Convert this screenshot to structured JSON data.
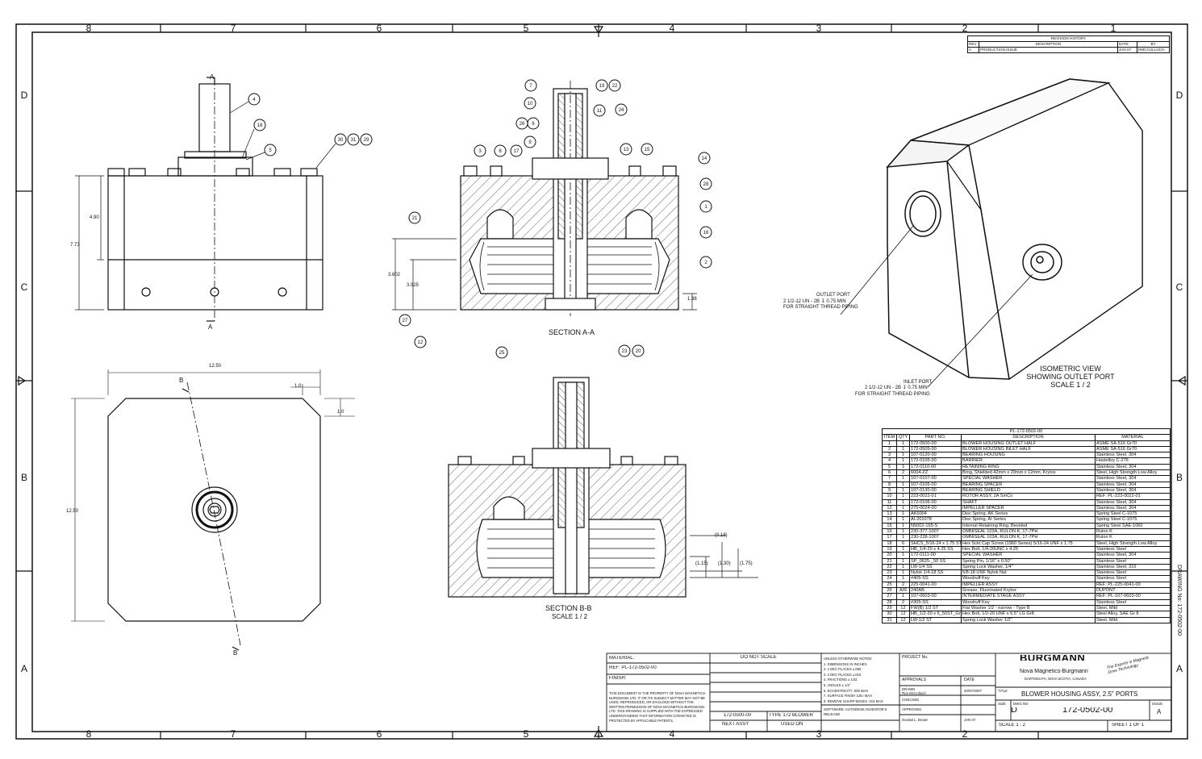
{
  "zones": {
    "cols_top": [
      "8",
      "7",
      "6",
      "5",
      "4",
      "3",
      "2",
      "1"
    ],
    "rows_left": [
      "D",
      "C",
      "B",
      "A"
    ]
  },
  "views": {
    "section_aa": "SECTION  A-A",
    "section_bb": "SECTION  B-B",
    "section_bb_scale": "SCALE 1 / 2",
    "iso_title_1": "ISOMETRIC VIEW",
    "iso_title_2": "SHOWING OUTLET PORT",
    "iso_scale": "SCALE 1 / 2",
    "cut_a": "A",
    "cut_b": "B"
  },
  "notes": {
    "outlet_1": "OUTLET PORT",
    "outlet_2": "2 1/2-12 UN - 2B ↧ 0.75 MIN",
    "outlet_3": "FOR STRAIGHT THREAD PIPING",
    "inlet_1": "INLET PORT",
    "inlet_2": "2 1/2-12 UN - 2B ↧ 0.75 MIN",
    "inlet_3": "FOR STRAIGHT THREAD PIPING"
  },
  "dims": {
    "front_h1": "4.90",
    "front_h2": "7.73",
    "top_w": "12.50",
    "top_h": "12.50",
    "chamfer_1": "1.0",
    "chamfer_2": "1.0",
    "sec_h1": "3.602",
    "sec_h2": "3.925",
    "sec_h3": "1.38",
    "bb_1": "(0.18)",
    "bb_2": "(1.15)",
    "bb_3": "(1.30)",
    "bb_4": "(1.75)"
  },
  "balloons": {
    "front": [
      "4",
      "18",
      "5",
      "30",
      "31",
      "29"
    ],
    "section": [
      "7",
      "19",
      "22",
      "10",
      "11",
      "24",
      "26",
      "6",
      "9",
      "17",
      "3",
      "8",
      "13",
      "15",
      "14",
      "28",
      "1",
      "16",
      "2",
      "21",
      "27",
      "12",
      "25",
      "23",
      "20"
    ]
  },
  "revision": {
    "title": "REVISION HISTORY",
    "headers": [
      "REV",
      "DESCRIPTION",
      "DATE",
      "BY"
    ],
    "rows": [
      [
        "A",
        "PRODUCTION ISSUE",
        "JAN 07",
        "RMCCULLOCH"
      ]
    ]
  },
  "parts_list": {
    "title": "PL-172-0502-00",
    "headers": [
      "ITEM",
      "QTY",
      "PART NO.",
      "DESCRIPTION",
      "MATERIAL"
    ],
    "rows": [
      [
        "1",
        "1",
        "172-0500-00",
        "BLOWER HOUSING OUTLET HALF",
        "ASME SA-516 Gr70"
      ],
      [
        "2",
        "1",
        "172-0505-00",
        "BLOWER HOUSING INLET HALF",
        "ASME SA-516 Gr70"
      ],
      [
        "3",
        "1",
        "107-0120-00",
        "BEARING HOUSING",
        "Stainless Steel, 304"
      ],
      [
        "4",
        "1",
        "172-0105-00",
        "BARRIER",
        "Hastelloy C-276"
      ],
      [
        "5",
        "1",
        "172-0110-00",
        "RETAINING RING",
        "Stainless Steel, 304"
      ],
      [
        "6",
        "2",
        "6004-ZZ",
        "Brng, Shielded 42mm x 20mm x 12mm, Krytox",
        "Steel, High Strength Low Alloy"
      ],
      [
        "7",
        "1",
        "107-0107-00",
        "SPECIAL WASHER",
        "Stainless Steel, 304"
      ],
      [
        "8",
        "1",
        "107-0105-00",
        "BEARING SPACER",
        "Stainless Steel, 304"
      ],
      [
        "9",
        "1",
        "107-0130-00",
        "BEARING SHIELD",
        "Stainless Steel, 304"
      ],
      [
        "10",
        "1",
        "223-0022-01",
        "ROTOR ASSY, 2A SmCo",
        "REF: PL-223-0022-01"
      ],
      [
        "11",
        "1",
        "172-0106-00",
        "SHAFT",
        "Stainless Steel, 304"
      ],
      [
        "12",
        "1",
        "275-0024-00",
        "IMPELLER SPACER",
        "Stainless Steel, 304"
      ],
      [
        "13",
        "1",
        "AK6004",
        "Disc Spring, AK Series",
        "Spring Steel C-1075"
      ],
      [
        "14",
        "1",
        "AI-201078",
        "Disc Spring, AI Series",
        "Spring Steel C-1075"
      ],
      [
        "15",
        "1",
        "N5002-165-S",
        "Internal Retaining Ring, Beveled",
        "Spring Steel SAE-1060"
      ],
      [
        "16",
        "1",
        "230-377-1007",
        "OMNISEAL 103A, RULON K, 17-7PH",
        "Rulon K"
      ],
      [
        "17",
        "1",
        "230-228-1007",
        "OMNISEAL 103A, RULON K, 17-7PH",
        "Rulon K"
      ],
      [
        "18",
        "6",
        "SHCS_5/16-24 x 1.75 ST",
        "Hex Sckt Cap Screw (1960 Series) 5/16-24 UNF x 1.75",
        "Steel, High Strength Low Alloy"
      ],
      [
        "19",
        "1",
        "HB_1/4-20 x 4.25 SS",
        "Hex Bolt, 1/4-20UNC x 4.25",
        "Stainless Steel"
      ],
      [
        "20",
        "1",
        "172-0111-00",
        "SPECIAL WASHER",
        "Stainless Steel, 304"
      ],
      [
        "21",
        "1",
        "SP_0625-_50 SS",
        "Spring Pin, 1/16\" x 0.50\"",
        "Stainless Steel"
      ],
      [
        "22",
        "1",
        "LW-1/4 SS",
        "Spring Lock Washer, 1/4\"",
        "Stainless Steel, 316"
      ],
      [
        "23",
        "1",
        "Nylok 1/4-18 SS",
        "5/8-18 UNF Nylok Nut",
        "Stainless Steel"
      ],
      [
        "24",
        "1",
        "#405-SS",
        "Woodruff Key",
        "Stainless Steel"
      ],
      [
        "25",
        "2",
        "225-0041-00",
        "IMPELLER ASSY",
        "REF: PL-225-0041-00"
      ],
      [
        "26",
        "A/R",
        "240AB",
        "Grease, Fluorinated Krytox",
        "DUPONT"
      ],
      [
        "27",
        "1",
        "107-0603-00",
        "INTERMEDIATE STAGE ASSY",
        "REF: PL-107-0603-00"
      ],
      [
        "28",
        "2",
        "#305-SS",
        "Woodruff Key",
        "Stainless Steel"
      ],
      [
        "29",
        "12",
        "FW(B) 1/2 ST",
        "Flat Washer 1/2 - narrow - Type B",
        "Steel, Mild"
      ],
      [
        "30",
        "12",
        "HB_1/2-20 x 6_50ST_Grt",
        "Hex Bolt, 1/2-20 UNF x 6.5\" LG Gr8",
        "Steel Alloy, SAE Gr 8"
      ],
      [
        "31",
        "12",
        "LW-1/2 ST",
        "Spring Lock Washer 1/2\"",
        "Steel, Mild"
      ]
    ]
  },
  "title_block": {
    "material_label": "MATERIAL:",
    "material_ref": "REF: PL-172-0502-00",
    "finish_label": "FINISH:",
    "do_not_scale": "DO NOT SCALE",
    "proprietary": "THIS DOCUMENT IS THE PROPERTY OF NOVA MAGNETICS-BURGMANN LTD. IT OR ITS SUBJECT MATTER MAY NOT BE USED, REPRODUCED, OR DIVULGED WITHOUT THE WRITTEN PERMISSION OF NOVA MAGNETICS-BURGMANN LTD. THIS DRAWING IS SUPPLIED WITH THE EXPRESSED UNDERSTANDING THAT INFORMATION CONVEYED IS PROTECTED BY APPLICABLE PATENTS.",
    "next_assy_no": "172-0500-00",
    "next_assy_label": "NEXT ASSY",
    "used_on_val": "TYPE 172 BLOWER",
    "used_on_label": "USED ON",
    "unless_notes": [
      "UNLESS OTHERWISE NOTED:",
      "1. DIMENSIONS IN INCHES",
      "2. 1 DEC PLACES ±.050",
      "3. 2 DEC PLACES ±.010",
      "4. FRACTIONS ± 1/32",
      "5. ANGLES ± 1/2°",
      "6. ECCENTRICITY .005 MAX",
      "7. SURFACE FINISH 125√ MAX",
      "8. REMOVE SHARP EDGES .015 MAX"
    ],
    "software": "SOFTWARE: AUTODESK INVENTOR 8",
    "release": "RELEASE",
    "project_label": "PROJECT No.",
    "approvals": "APPROVALS",
    "date_label": "DATE",
    "drawn_label": "DRAWN",
    "drawn_by": "Ron McCulloch",
    "drawn_date": "20/07/2007",
    "checked_label": "CHECKED",
    "approved_label": "APPROVED",
    "last_approver": "Donald L. Brown",
    "last_date": "JAN 07",
    "company_logo": "BURGMANN",
    "company_name": "Nova Magnetics-Burgmann",
    "company_addr": "DARTMOUTH, NOVA SCOTIA, CANADA",
    "slogan": "The Experts in Magnetic Drive Technology",
    "title_label": "TITLE",
    "title": "BLOWER HOUSING ASSY, 2.5\" PORTS",
    "size_label": "SIZE",
    "size": "D",
    "dwg_no_label": "DWG NO",
    "dwg_no": "172-0502-00",
    "issue_label": "ISSUE",
    "issue": "A",
    "scale": "SCALE  1 : 2",
    "sheet": "SHEET  1  OF  1",
    "side_dwg": "DRAWING No: 172-0502-00"
  }
}
